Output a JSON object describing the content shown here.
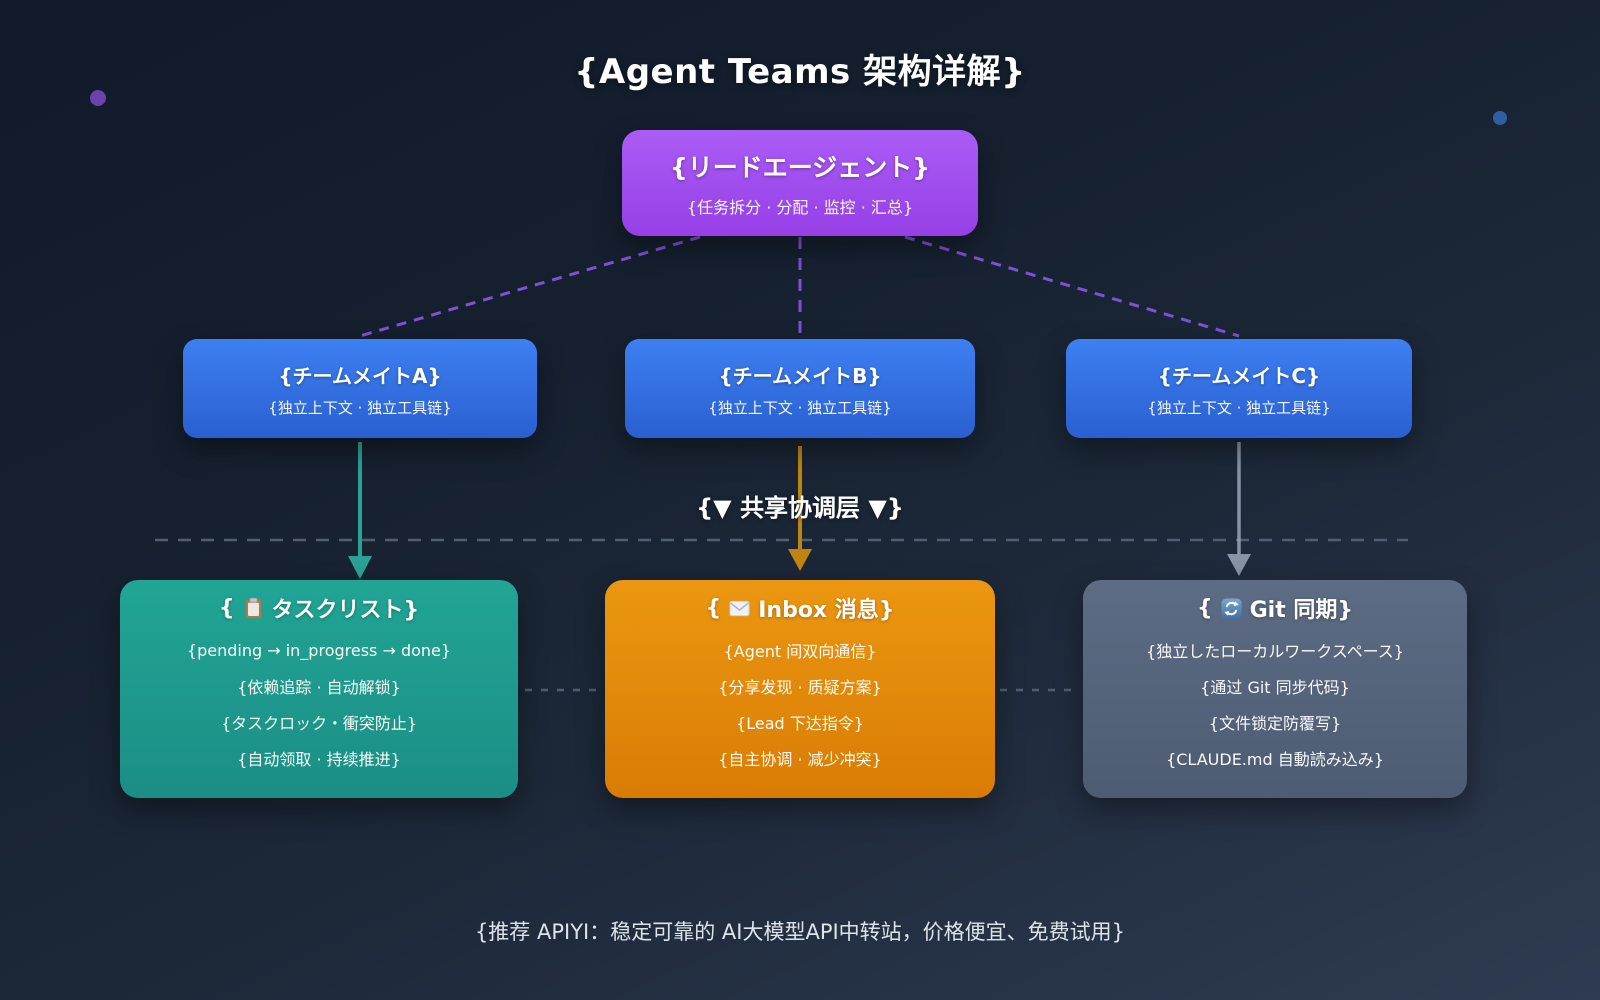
{
  "title": "{Agent Teams 架构详解}",
  "lead": {
    "title": "{リードエージェント}",
    "subtitle": "{任务拆分 · 分配 · 监控 · 汇总}"
  },
  "teammates": [
    {
      "title": "{チームメイトA}",
      "subtitle": "{独立上下文 · 独立工具链}"
    },
    {
      "title": "{チームメイトB}",
      "subtitle": "{独立上下文 · 独立工具链}"
    },
    {
      "title": "{チームメイトC}",
      "subtitle": "{独立上下文 · 独立工具链}"
    }
  ],
  "coordination_label": "{▼ 共享协调层 ▼}",
  "shared_cards": [
    {
      "icon": "clipboard-icon",
      "open": "{",
      "label": "タスクリスト}",
      "lines": [
        "{pending → in_progress → done}",
        "{依赖追踪 · 自动解锁}",
        "{タスクロック・衝突防止}",
        "{自动领取 · 持续推进}"
      ]
    },
    {
      "icon": "envelope-icon",
      "open": "{",
      "label": "Inbox 消息}",
      "lines": [
        "{Agent 间双向通信}",
        "{分享发现 · 质疑方案}",
        "{Lead 下达指令}",
        "{自主协调 · 减少冲突}"
      ]
    },
    {
      "icon": "sync-icon",
      "open": "{",
      "label": "Git 同期}",
      "lines": [
        "{独立したローカルワークスペース}",
        "{通过 Git 同步代码}",
        "{文件锁定防覆写}",
        "{CLAUDE.md 自動読み込み}"
      ]
    }
  ],
  "footer": "{推荐 APIYI：稳定可靠的 AI大模型API中转站，价格便宜、免费试用}",
  "colors": {
    "purple-top": "#aa5cf5",
    "purple-bottom": "#963fe6",
    "blue-top": "#3d80f2",
    "blue-bottom": "#2a5fd0",
    "teal-top": "#21a595",
    "teal-bottom": "#1b8e85",
    "orange-top": "#eb9710",
    "orange-bottom": "#d97c05",
    "gray-top": "#5d6c84",
    "gray-bottom": "#4d5c73",
    "line-purple": "#8a57e8",
    "arrow-teal": "#2aa195",
    "arrow-amber": "#c0850e",
    "arrow-slate": "#9aa7b8",
    "dash-gray": "#525e72",
    "dot-purple": "#6d42ae",
    "dot-blue": "#2e5fa5",
    "footer-text": "#dde3ea"
  }
}
